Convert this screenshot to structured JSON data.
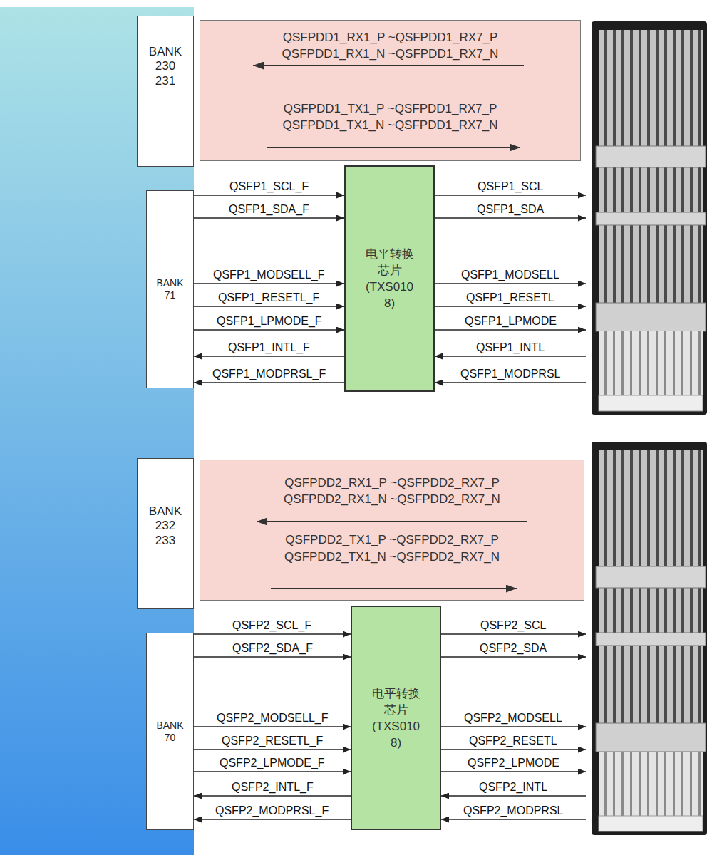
{
  "diagram": {
    "nodes": [
      {
        "text": [
          "BANK 230 231"
        ]
      },
      {
        "text": [
          "QSFPDD1_RX1_P ~QSFPDD1_RX7_P",
          "QSFPDD1_RX1_N ~QSFPDD1_RX7_N",
          "QSFPDD1_TX1_P ~QSFPDD1_RX7_P",
          "QSFPDD1_TX1_N ~QSFPDD1_RX7_N"
        ]
      },
      {
        "text": [
          "BANK 71"
        ]
      },
      {
        "text": [
          "电平转换芯片 (TXS0108)"
        ]
      },
      {
        "text": [
          "BANK 232 233"
        ]
      },
      {
        "text": [
          "QSFPDD2_RX1_P ~QSFPDD2_RX7_P",
          "QSFPDD2_RX1_N ~QSFPDD2_RX7_N",
          "QSFPDD2_TX1_P ~QSFPDD2_RX7_P",
          "QSFPDD2_TX1_N ~QSFPDD2_RX7_N"
        ]
      },
      {
        "text": [
          "BANK 70"
        ]
      },
      {
        "text": [
          "电平转换芯片 (TXS0108)"
        ]
      }
    ],
    "edges": [
      {
        "from": 2,
        "to": 3,
        "label": "QSFP1_SCL_F",
        "arrow": "to"
      },
      {
        "from": 2,
        "to": 3,
        "label": "QSFP1_SDA_F",
        "arrow": "to"
      },
      {
        "from": 2,
        "to": 3,
        "label": "QSFP1_MODSELL_F",
        "arrow": "to"
      },
      {
        "from": 2,
        "to": 3,
        "label": "QSFP1_RESETL_F",
        "arrow": "to"
      },
      {
        "from": 2,
        "to": 3,
        "label": "QSFP1_LPMODE_F",
        "arrow": "to"
      },
      {
        "from": 3,
        "to": 2,
        "label": "QSFP1_INTL_F",
        "arrow": "to"
      },
      {
        "from": 3,
        "to": 2,
        "label": "QSFP1_MODPRSL_F",
        "arrow": "to"
      },
      {
        "from": 6,
        "to": 7,
        "label": "QSFP2_SCL_F",
        "arrow": "to"
      },
      {
        "from": 6,
        "to": 7,
        "label": "QSFP2_SDA_F",
        "arrow": "to"
      },
      {
        "from": 6,
        "to": 7,
        "label": "QSFP2_MODSELL_F",
        "arrow": "to"
      },
      {
        "from": 6,
        "to": 7,
        "label": "QSFP2_RESETL_F",
        "arrow": "to"
      },
      {
        "from": 6,
        "to": 7,
        "label": "QSFP2_LPMODE_F",
        "arrow": "to"
      },
      {
        "from": 7,
        "to": 6,
        "label": "QSFP2_INTL_F",
        "arrow": "to"
      },
      {
        "from": 7,
        "to": 6,
        "label": "QSFP2_MODPRSL_F",
        "arrow": "to"
      }
    ],
    "labels": [
      "QSFP1_SCL",
      "QSFP1_SDA",
      "QSFP1_MODSELL",
      "QSFP1_RESETL",
      "QSFP1_LPMODE",
      "QSFP1_INTL",
      "QSFP1_MODPRSL",
      "QSFP2_SCL",
      "QSFP2_SDA",
      "QSFP2_MODSELL",
      "QSFP2_RESETL",
      "QSFP2_LPMODE",
      "QSFP2_INTL",
      "QSFP2_MODPRSL"
    ]
  }
}
